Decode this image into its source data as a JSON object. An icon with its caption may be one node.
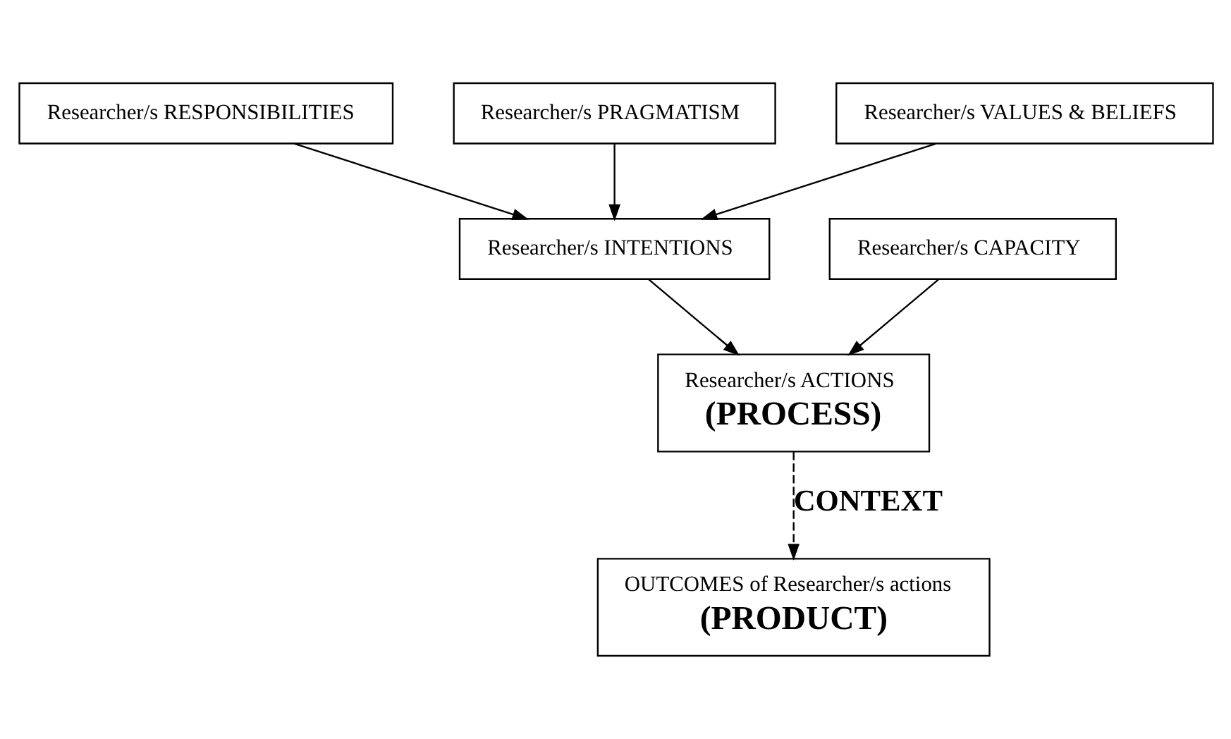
{
  "diagram": {
    "nodes": [
      {
        "text": [
          "Researcher/s RESPONSIBILITIES"
        ]
      },
      {
        "text": [
          "Researcher/s PRAGMATISM"
        ]
      },
      {
        "text": [
          "Researcher/s VALUES & BELIEFS"
        ]
      },
      {
        "text": [
          "Researcher/s CAPACITY"
        ]
      },
      {
        "text": [
          "Researcher/s INTENTIONS"
        ]
      },
      {
        "text": [
          "Researcher/s ACTIONS",
          "(PROCESS)"
        ]
      },
      {
        "text": [
          "OUTCOMES of Researcher/s actions",
          "(PRODUCT)"
        ]
      }
    ],
    "edges": [
      {
        "from": 0,
        "to": 4,
        "arrow": "to"
      },
      {
        "from": 1,
        "to": 4,
        "arrow": "to"
      },
      {
        "from": 2,
        "to": 4,
        "arrow": "to"
      },
      {
        "from": 3,
        "to": 5,
        "arrow": "to"
      },
      {
        "from": 4,
        "to": 5,
        "arrow": "to"
      },
      {
        "from": 5,
        "to": 6,
        "arrow": "to",
        "label": "CONTEXT",
        "style": "dashed"
      }
    ]
  }
}
